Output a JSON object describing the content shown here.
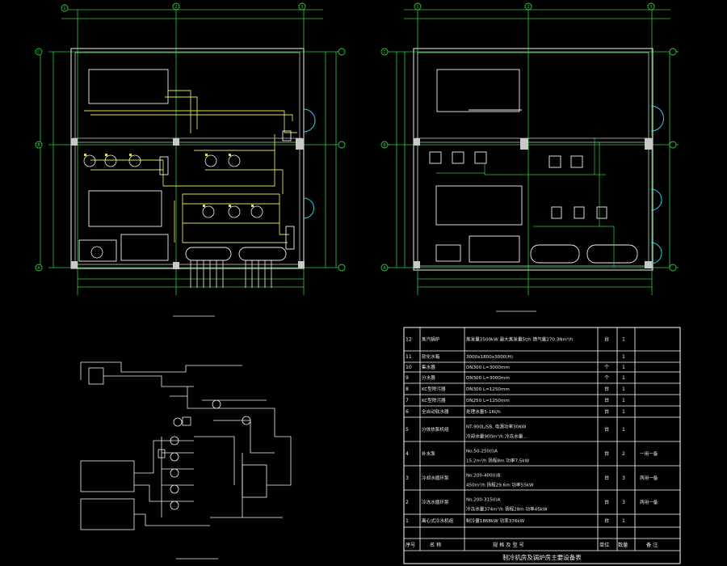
{
  "colors": {
    "background": "#000000",
    "axis": "#2ecc40",
    "wall": "#c8c8c8",
    "pipe": "#e0e04a",
    "equipment": "#f0f0f0",
    "door": "#2fd0e8",
    "table": "#ffffff"
  },
  "plans": {
    "left_axes_top": [
      "1",
      "2",
      "3"
    ],
    "left_axes_side": [
      "C",
      "B",
      "A"
    ],
    "right_axes_top": [
      "1",
      "2",
      "3"
    ],
    "right_axes_side": [
      "C",
      "B",
      "A"
    ]
  },
  "equipment_table": {
    "rows": [
      {
        "no": "12",
        "name": "蒸汽锅炉",
        "spec1": "蒸发量3500kW 最大蒸发量5t/h 燃气量270.3Nm³/h",
        "spec2": "",
        "unit": "台",
        "qty": "1",
        "note": ""
      },
      {
        "no": "11",
        "name": "软化水箱",
        "spec1": "3000x1800x3000(H)",
        "spec2": "",
        "unit": "",
        "qty": "1",
        "note": ""
      },
      {
        "no": "10",
        "name": "集水器",
        "spec1": "DN300 L=3000mm",
        "spec2": "",
        "unit": "个",
        "qty": "1",
        "note": ""
      },
      {
        "no": "9",
        "name": "分水器",
        "spec1": "DN300 L=3000mm",
        "spec2": "",
        "unit": "个",
        "qty": "1",
        "note": ""
      },
      {
        "no": "8",
        "name": "KC型除污器",
        "spec1": "DN300   L=1250mm",
        "spec2": "",
        "unit": "台",
        "qty": "1",
        "note": ""
      },
      {
        "no": "7",
        "name": "KC型除污器",
        "spec1": "DN250   L=1250mm",
        "spec2": "",
        "unit": "台",
        "qty": "1",
        "note": ""
      },
      {
        "no": "6",
        "name": "全自动软水器",
        "spec1": "处理水量5-16t/h",
        "spec2": "",
        "unit": "台",
        "qty": "1",
        "note": ""
      },
      {
        "no": "5",
        "name": "分体热泵机组",
        "spec1": "NT-900L/SB, 电源功率30KW",
        "spec2": "冷却水量900m³/h  冷冻水量…",
        "unit": "台",
        "qty": "1",
        "note": ""
      },
      {
        "no": "4",
        "name": "补水泵",
        "spec1": "No.50-250(I)A",
        "spec2": "15.2m³/h 扬程8m 功率7.5kW",
        "unit": "台",
        "qty": "2",
        "note": "一用一备"
      },
      {
        "no": "3",
        "name": "冷却水循环泵",
        "spec1": "No.200-400(I)B",
        "spec2": "450m³/h 扬程29.6m 功率55kW",
        "unit": "台",
        "qty": "3",
        "note": "两用一备"
      },
      {
        "no": "2",
        "name": "冷冻水循环泵",
        "spec1": "No.200-315(I)A",
        "spec2": "冷冻水量374m³/h 扬程28m 功率45kW",
        "unit": "台",
        "qty": "3",
        "note": "两用一备"
      },
      {
        "no": "1",
        "name": "离心式冷水机组",
        "spec1": "制冷量1868kW 功率376kW",
        "spec2": "",
        "unit": "台",
        "qty": "1",
        "note": ""
      }
    ],
    "header": {
      "no": "序号",
      "name": "名  称",
      "spec": "规  格  及  型  号",
      "unit": "单位",
      "qty": "数量",
      "note": "备  注"
    },
    "title": "制冷机房及锅炉房主要设备表"
  }
}
